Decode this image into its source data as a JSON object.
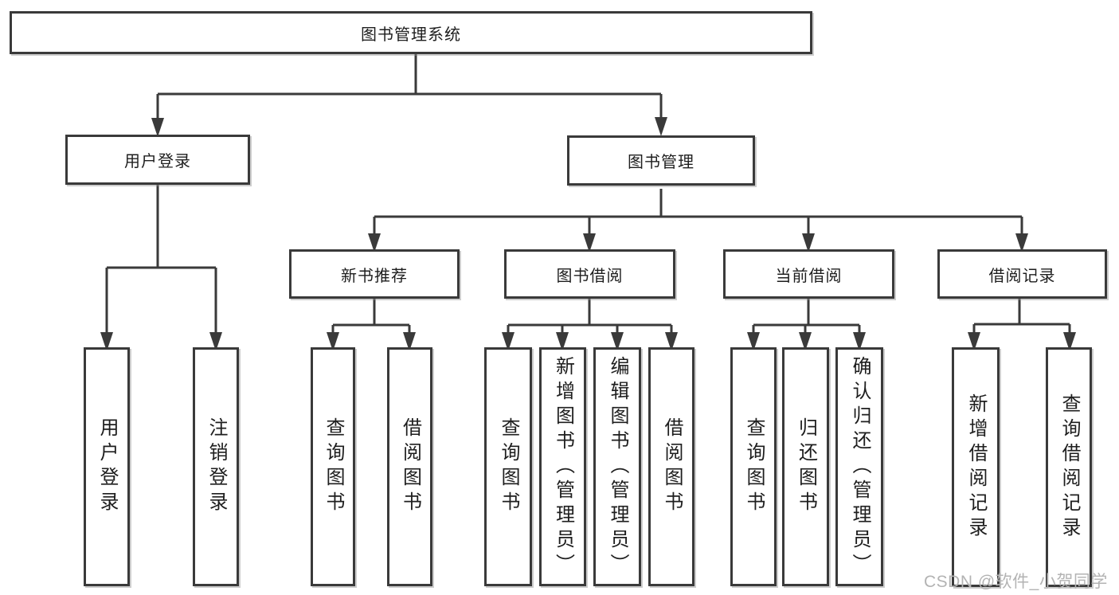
{
  "diagram": {
    "root": {
      "label": "图书管理系统"
    },
    "branches": [
      {
        "label": "用户登录",
        "children": [
          {
            "label": "用户登录"
          },
          {
            "label": "注销登录"
          }
        ]
      },
      {
        "label": "图书管理",
        "children": [
          {
            "label": "新书推荐",
            "children": [
              {
                "label": "查询图书"
              },
              {
                "label": "借阅图书"
              }
            ]
          },
          {
            "label": "图书借阅",
            "children": [
              {
                "label": "查询图书"
              },
              {
                "label": "新增图书（管理员）"
              },
              {
                "label": "编辑图书（管理员）"
              },
              {
                "label": "借阅图书"
              }
            ]
          },
          {
            "label": "当前借阅",
            "children": [
              {
                "label": "查询图书"
              },
              {
                "label": "归还图书"
              },
              {
                "label": "确认归还（管理员）"
              }
            ]
          },
          {
            "label": "借阅记录",
            "children": [
              {
                "label": "新增借阅记录"
              },
              {
                "label": "查询借阅记录"
              }
            ]
          }
        ]
      }
    ]
  },
  "watermark": {
    "text": "CSDN @软件_小贺同学"
  },
  "colors": {
    "line": "#3a3a3a",
    "box_border": "#3a3a3a",
    "text": "#1e1e1e",
    "watermark": "#b3b3b3",
    "background": "#ffffff"
  }
}
